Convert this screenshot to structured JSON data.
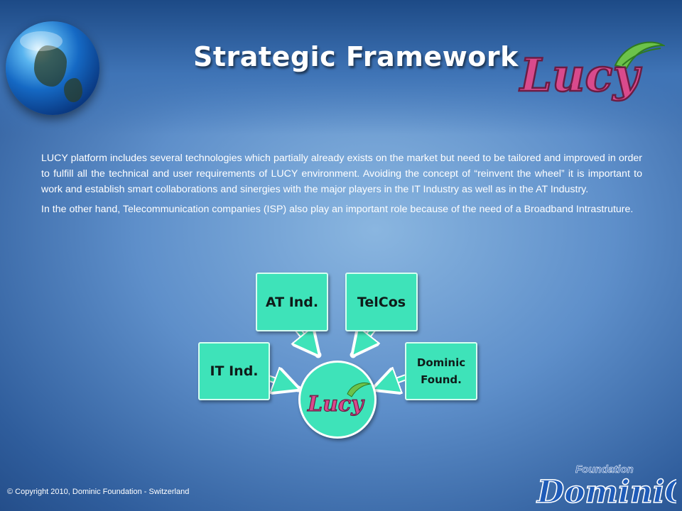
{
  "slide": {
    "title": "Strategic Framework",
    "logo_text": "Lucy",
    "paragraphs": [
      "LUCY platform includes several technologies which partially already exists on the market but need to be tailored and improved in order to fulfill all the technical and user requirements of LUCY environment. Avoiding the concept of “reinvent the wheel” it is important to work and establish smart collaborations and sinergies with the major players in the IT Industry as well as in the AT Industry.",
      "In the other hand, Telecommunication companies (ISP) also play an important role because of the need of a Broadband Intrastruture."
    ],
    "footer": "© Copyright 2010, Dominic Foundation - Switzerland"
  },
  "diagram": {
    "center": "Lucy",
    "nodes": {
      "it": "IT Ind.",
      "at": "AT Ind.",
      "telcos": "TelCos",
      "dominic_line1": "Dominic",
      "dominic_line2": "Found."
    }
  },
  "footer_logo": {
    "top": "Foundation",
    "main": "DominiC"
  },
  "colors": {
    "box_fill": "#3ee3b9",
    "title": "#ffffff",
    "lucy_pink": "#d94a8c",
    "lucy_leaf": "#6cc24a",
    "background": "#5e8fca"
  },
  "icons": [
    "globe-icon",
    "lucy-logo",
    "dominic-foundation-logo"
  ]
}
